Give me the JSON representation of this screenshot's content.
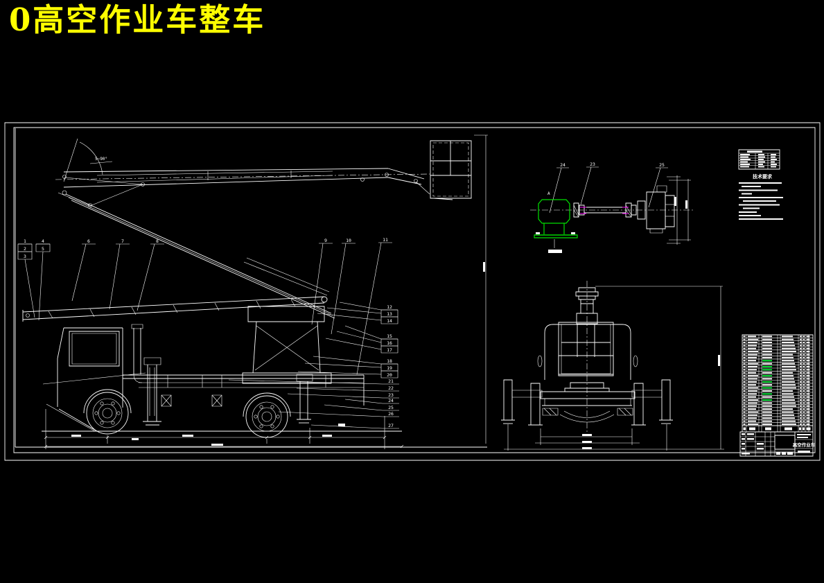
{
  "window": {
    "title": "0高空作业车整车"
  },
  "colors": {
    "background": "#000000",
    "line": "#ffffff",
    "title_text": "#ffff00",
    "highlight_green": "#00e000",
    "accent_magenta": "#ff00ff"
  },
  "side_view": {
    "angle_label": "5~90°"
  },
  "callouts": {
    "c1": "1",
    "c2": "2",
    "c3": "3",
    "c4": "4",
    "c5": "5",
    "c6": "6",
    "c7": "7",
    "c8": "8",
    "c9": "9",
    "c10": "10",
    "c11": "11",
    "c12": "12",
    "c13": "13",
    "c14": "14",
    "c15": "15",
    "c16": "16",
    "c17": "17",
    "c18": "18",
    "c19": "19",
    "c20": "20",
    "c21": "21",
    "c22": "22",
    "c23": "23",
    "c24": "24",
    "c25": "25",
    "c26": "26",
    "c27": "27"
  },
  "aux_view": {
    "callout_a": "24",
    "callout_b": "23",
    "callout_c": "25",
    "marker": "A"
  },
  "notes": {
    "heading": "技术要求",
    "line_count": 11
  },
  "bom": {
    "row_count": 30,
    "green_rows": [
      8,
      10,
      11,
      13,
      15,
      17,
      19,
      21
    ]
  },
  "title_block": {
    "product_name": "高空作业车"
  }
}
